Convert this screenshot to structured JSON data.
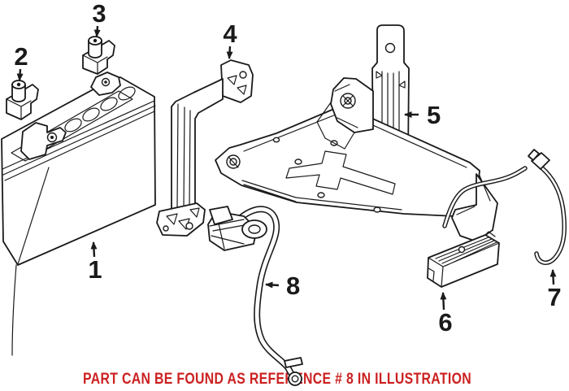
{
  "diagram": {
    "background_color": "#ffffff",
    "line_color": "#1a1a1a",
    "caption": {
      "text": "PART CAN BE FOUND AS REFERENCE # 8 IN ILLUSTRATION",
      "color": "#cc2020"
    },
    "callouts": [
      {
        "label": "1"
      },
      {
        "label": "2"
      },
      {
        "label": "3"
      },
      {
        "label": "4"
      },
      {
        "label": "5"
      },
      {
        "label": "6"
      },
      {
        "label": "7"
      },
      {
        "label": "8"
      }
    ]
  }
}
